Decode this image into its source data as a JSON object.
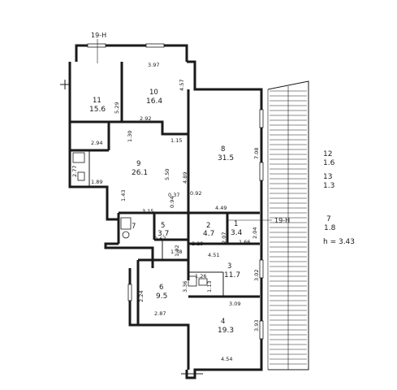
{
  "section_marks": {
    "top": "19-H",
    "right": "19-H"
  },
  "rooms": [
    {
      "id": "r11",
      "number": "11",
      "area": "15.6"
    },
    {
      "id": "r10",
      "number": "10",
      "area": "16.4"
    },
    {
      "id": "r9",
      "number": "9",
      "area": "26.1"
    },
    {
      "id": "r8",
      "number": "8",
      "area": "31.5"
    },
    {
      "id": "r7",
      "number": "7",
      "area": ""
    },
    {
      "id": "r5",
      "number": "5",
      "area": "3.7"
    },
    {
      "id": "r2",
      "number": "2",
      "area": "4.7"
    },
    {
      "id": "r1",
      "number": "1",
      "area": "3.4"
    },
    {
      "id": "r3",
      "number": "3",
      "area": "11.7"
    },
    {
      "id": "r6",
      "number": "6",
      "area": "9.5"
    },
    {
      "id": "r4",
      "number": "4",
      "area": "19.3"
    },
    {
      "id": "r12",
      "number": "12",
      "area": ""
    }
  ],
  "dimensions": [
    "3.97",
    "4.57",
    "5.29",
    "2.92",
    "1.15",
    "2.94",
    "1.30",
    "5.50",
    "7.08",
    "2.77",
    "1.89",
    "4.89",
    "0.94",
    "0.37",
    "0.92",
    "4.49",
    "1.43",
    "3.15",
    "2.04",
    "2.07",
    "1.66",
    "4.51",
    "2.29",
    "1.02",
    "0.67",
    "1.38",
    "1.26",
    "1.13",
    "3.02",
    "2.24",
    "3.36",
    "3.09",
    "2.87",
    "3.93",
    "4.54"
  ],
  "legend": [
    {
      "number": "12",
      "area": "1.6"
    },
    {
      "number": "13",
      "area": "1.3"
    },
    {
      "number": "7",
      "area": "1.8"
    }
  ],
  "height_note": "h = 3.43"
}
